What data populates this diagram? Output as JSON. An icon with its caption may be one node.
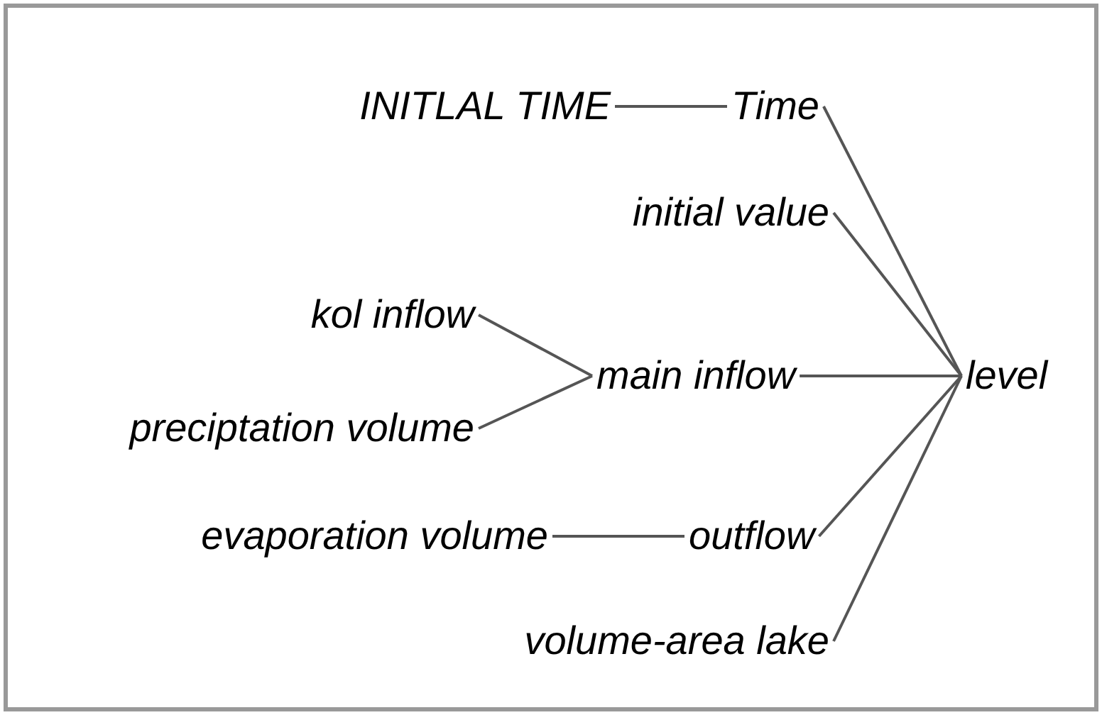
{
  "diagram": {
    "nodes": [
      {
        "text": [
          "INITLAL TIME"
        ]
      },
      {
        "text": [
          "Time"
        ]
      },
      {
        "text": [
          "initial value"
        ]
      },
      {
        "text": [
          "kol inflow"
        ]
      },
      {
        "text": [
          "main inflow"
        ]
      },
      {
        "text": [
          "level"
        ]
      },
      {
        "text": [
          "preciptation volume"
        ]
      },
      {
        "text": [
          "evaporation volume"
        ]
      },
      {
        "text": [
          "outflow"
        ]
      },
      {
        "text": [
          "volume-area lake"
        ]
      }
    ],
    "edges": [
      {
        "from": 0,
        "to": 1,
        "arrow": "none"
      },
      {
        "from": 1,
        "to": 5,
        "arrow": "none"
      },
      {
        "from": 2,
        "to": 5,
        "arrow": "none"
      },
      {
        "from": 3,
        "to": 4,
        "arrow": "none"
      },
      {
        "from": 6,
        "to": 4,
        "arrow": "none"
      },
      {
        "from": 4,
        "to": 5,
        "arrow": "none"
      },
      {
        "from": 7,
        "to": 8,
        "arrow": "none"
      },
      {
        "from": 8,
        "to": 5,
        "arrow": "none"
      },
      {
        "from": 9,
        "to": 5,
        "arrow": "none"
      }
    ]
  }
}
